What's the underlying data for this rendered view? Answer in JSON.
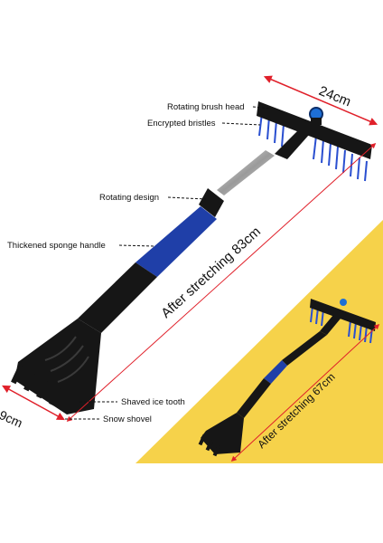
{
  "labels": {
    "brush_head": "Rotating brush head",
    "bristles": "Encrypted bristles",
    "rotating": "Rotating design",
    "sponge": "Thickened sponge handle",
    "ice_tooth": "Shaved ice tooth",
    "shovel": "Snow shovel"
  },
  "dimensions": {
    "brush_width": "24cm",
    "scraper_width": "9cm",
    "stretched": "After stretching 83cm",
    "short": "After stretching 67cm"
  },
  "colors": {
    "accent_red": "#e0202a",
    "yellow_bg": "#f6d24a",
    "handle_black": "#161616",
    "sponge_blue": "#1f3fa8",
    "bristle_blue": "#2a4fd0"
  }
}
